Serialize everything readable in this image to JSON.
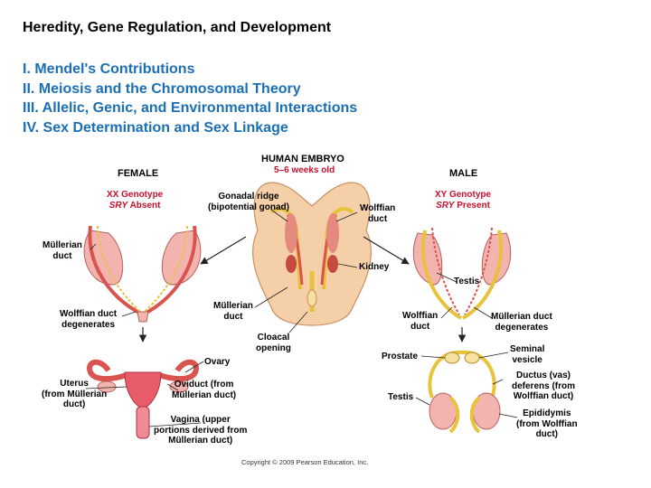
{
  "slide": {
    "title": "Heredity, Gene Regulation, and Development",
    "outline": [
      "I. Mendel's Contributions",
      "II. Meiosis and the Chromosomal Theory",
      "III. Allelic, Genic, and Environmental Interactions",
      "IV. Sex Determination and Sex Linkage"
    ]
  },
  "figure": {
    "female_heading": "FEMALE",
    "female_genotype": "XX Genotype",
    "female_sry_italic": "SRY",
    "female_sry_rest": " Absent",
    "embryo_heading": "HUMAN EMBRYO",
    "embryo_age": "5–6 weeks old",
    "male_heading": "MALE",
    "male_genotype": "XY Genotype",
    "male_sry_italic": "SRY",
    "male_sry_rest": " Present",
    "labels": {
      "gonadal_ridge": [
        "Gonadal ridge",
        "(bipotential gonad)"
      ],
      "wolffian_duct": [
        "Wolffian",
        "duct"
      ],
      "kidney": "Kidney",
      "mullerian_duct_center": [
        "Müllerian",
        "duct"
      ],
      "cloacal_opening": [
        "Cloacal",
        "opening"
      ],
      "mullerian_duct_female": [
        "Müllerian",
        "duct"
      ],
      "wolffian_degenerates": [
        "Wolffian duct",
        "degenerates"
      ],
      "ovary": "Ovary",
      "uterus": [
        "Uterus",
        "(from Müllerian",
        "duct)"
      ],
      "oviduct": [
        "Oviduct (from",
        "Müllerian duct)"
      ],
      "vagina": [
        "Vagina (upper",
        "portions derived from",
        "Müllerian duct)"
      ],
      "testis_top": "Testis",
      "wolffian_duct_male": [
        "Wolffian",
        "duct"
      ],
      "mullerian_degenerates": [
        "Müllerian duct",
        "degenerates"
      ],
      "prostate": "Prostate",
      "seminal_vesicle": [
        "Seminal",
        "vesicle"
      ],
      "ductus_deferens": [
        "Ductus (vas)",
        "deferens (from",
        "Wolffian duct)"
      ],
      "testis_bottom": "Testis",
      "epididymis": [
        "Epididymis",
        "(from Wolffian",
        "duct)"
      ]
    },
    "copyright": "Copyright © 2009 Pearson Education, Inc.",
    "colors": {
      "heading_blue": "#1b6fb5",
      "label_red": "#c8102e",
      "tissue_pink": "#f3b4b0",
      "embryo_skin": "#f4cfa8",
      "duct_yellow": "#e8c23a"
    }
  }
}
